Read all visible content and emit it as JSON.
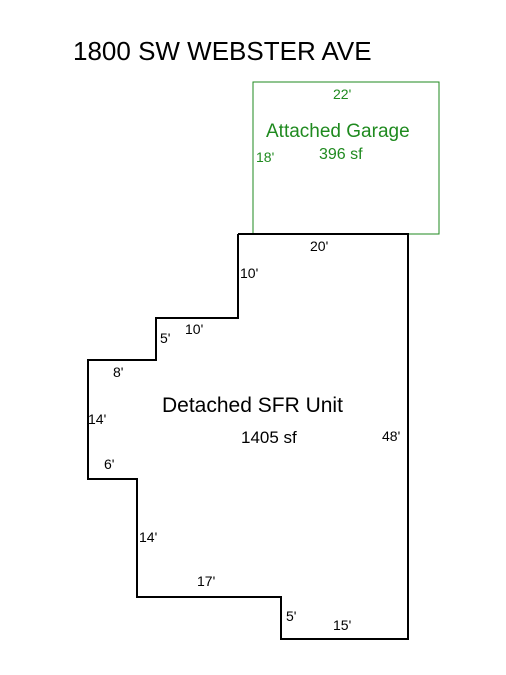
{
  "address": "1800 SW WEBSTER AVE",
  "colors": {
    "house": "#000000",
    "garage": "#1f8a1f"
  },
  "house": {
    "name": "Detached SFR Unit",
    "area": "1405 sf",
    "dimensions": [
      "20'",
      "10'",
      "10'",
      "5'",
      "8'",
      "14'",
      "6'",
      "14'",
      "17'",
      "5'",
      "15'",
      "48'"
    ]
  },
  "garage": {
    "name": "Attached Garage",
    "area": "396 sf",
    "dimensions": [
      "22'",
      "18'"
    ]
  }
}
